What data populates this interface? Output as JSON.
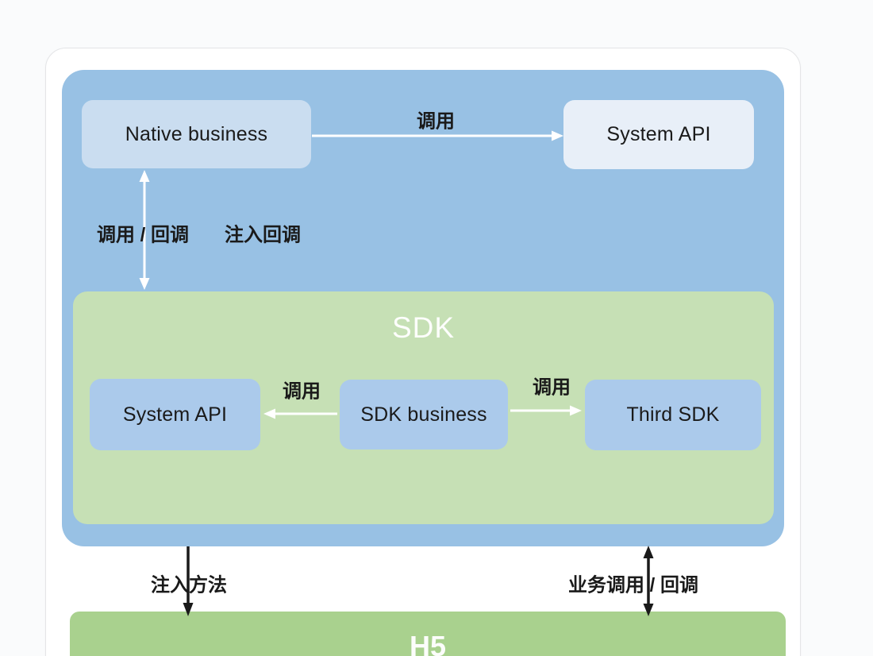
{
  "native_layer": {
    "bg": "#98C1E4",
    "nodes": {
      "native_business": {
        "label": "Native business",
        "bg": "#CADDF0"
      },
      "system_api": {
        "label": "System API",
        "bg": "#E8EFF8"
      }
    },
    "edges": {
      "call": {
        "label": "调用"
      },
      "call_callback": {
        "label": "调用 / 回调"
      },
      "inject_callback": {
        "label": "注入回调"
      }
    }
  },
  "sdk_layer": {
    "title": "SDK",
    "bg": "#C6E0B5",
    "node_bg": "#ABCAEB",
    "nodes": {
      "system_api": {
        "label": "System API"
      },
      "sdk_business": {
        "label": "SDK business"
      },
      "third_sdk": {
        "label": "Third SDK"
      }
    },
    "edges": {
      "call_left": {
        "label": "调用"
      },
      "call_right": {
        "label": "调用"
      }
    }
  },
  "h5_layer": {
    "title": "H5",
    "bg": "#A9D18E"
  },
  "bottom_edges": {
    "inject_method": {
      "label": "注入方法"
    },
    "business_call_callback": {
      "label": "业务调用 / 回调"
    }
  },
  "colors": {
    "arrow_light": "#ffffff",
    "arrow_dark": "#1a1a1a",
    "text": "#1a1a1a"
  }
}
